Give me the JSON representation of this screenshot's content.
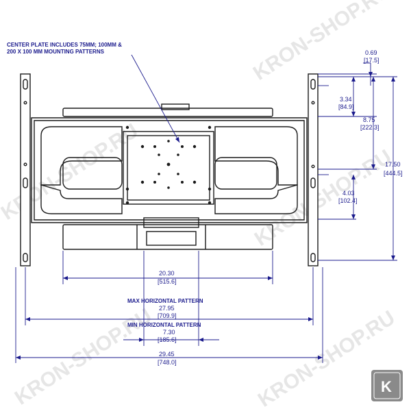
{
  "note": {
    "line1": "CENTER PLATE INCLUDES 75MM; 100MM &",
    "line2": "200 X 100 MM MOUNTING PATTERNS"
  },
  "dims": {
    "d069": {
      "in": "0.69",
      "mm": "[17.5]"
    },
    "d334": {
      "in": "3.34",
      "mm": "[84.9]"
    },
    "d875": {
      "in": "8.75",
      "mm": "[222.3]"
    },
    "d1750": {
      "in": "17.50",
      "mm": "[444.5]"
    },
    "d403": {
      "in": "4.03",
      "mm": "[102.4]"
    },
    "d2030": {
      "in": "20.30",
      "mm": "[515.6]"
    },
    "d2795": {
      "label": "MAX HORIZONTAL PATTERN",
      "in": "27.95",
      "mm": "[709.9]"
    },
    "d730": {
      "label": "MIN HORIZONTAL PATTERN",
      "in": "7.30",
      "mm": "[185.6]"
    },
    "d2945": {
      "in": "29.45",
      "mm": "[748.0]"
    }
  },
  "watermark": "KRON-SHOP.RU",
  "logo_letter": "K",
  "colors": {
    "dimension": "#1a1a8c",
    "drawing": "#1a1a1a",
    "logo": "#8a8a8a"
  }
}
